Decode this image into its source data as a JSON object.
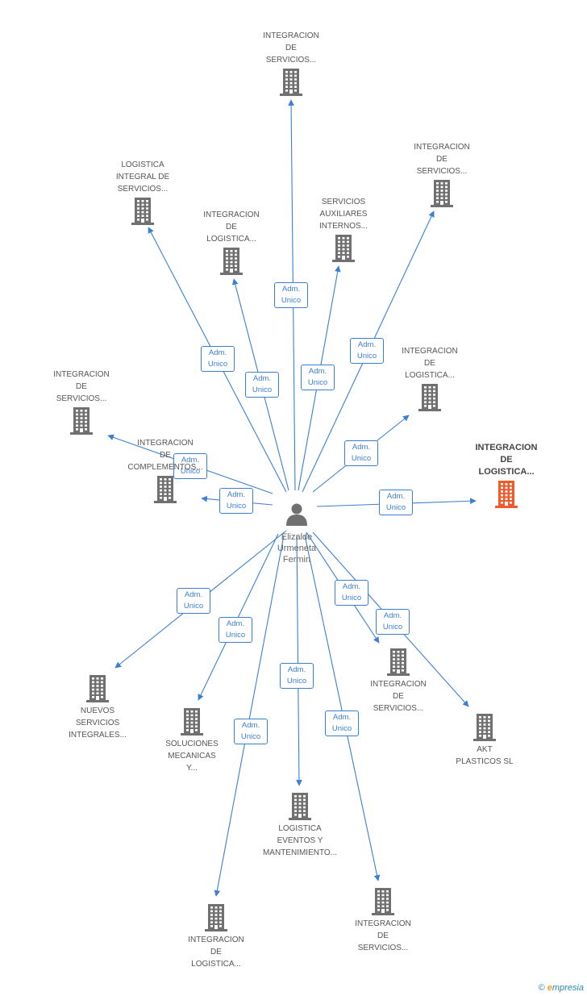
{
  "colors": {
    "edge": "#3a7fd5",
    "company": "#707070",
    "highlight": "#f05a2a",
    "person": "#707070"
  },
  "center": {
    "name": "Elizalde\nUrmeneta\nFermin",
    "icon": "person-icon"
  },
  "relation_label": "Adm.\nUnico",
  "companies": [
    {
      "id": "c1",
      "label": "INTEGRACION\nDE\nSERVICIOS..."
    },
    {
      "id": "c2",
      "label": "LOGISTICA\nINTEGRAL DE\nSERVICIOS..."
    },
    {
      "id": "c3",
      "label": "INTEGRACION\nDE\nSERVICIOS..."
    },
    {
      "id": "c4",
      "label": "INTEGRACION\nDE\nLOGISTICA..."
    },
    {
      "id": "c5",
      "label": "SERVICIOS\nAUXILIARES\nINTERNOS..."
    },
    {
      "id": "c6",
      "label": "INTEGRACION\nDE\nLOGISTICA..."
    },
    {
      "id": "c7",
      "label": "INTEGRACION\nDE\nSERVICIOS..."
    },
    {
      "id": "c8",
      "label": "INTEGRACION\nDE\nCOMPLEMENTOS..."
    },
    {
      "id": "c9",
      "label": "INTEGRACION\nDE\nLOGISTICA...",
      "highlight": true
    },
    {
      "id": "c10",
      "label": "NUEVOS\nSERVICIOS\nINTEGRALES..."
    },
    {
      "id": "c11",
      "label": "SOLUCIONES\nMECANICAS\nY..."
    },
    {
      "id": "c12",
      "label": "INTEGRACION\nDE\nSERVICIOS..."
    },
    {
      "id": "c13",
      "label": "AKT\nPLASTICOS SL"
    },
    {
      "id": "c14",
      "label": "LOGISTICA\nEVENTOS Y\nMANTENIMIENTO..."
    },
    {
      "id": "c15",
      "label": "INTEGRACION\nDE\nLOGISTICA..."
    },
    {
      "id": "c16",
      "label": "INTEGRACION\nDE\nSERVICIOS..."
    }
  ],
  "footer": {
    "copyright": "©",
    "brand_first": "e",
    "brand_rest": "mpresia"
  }
}
